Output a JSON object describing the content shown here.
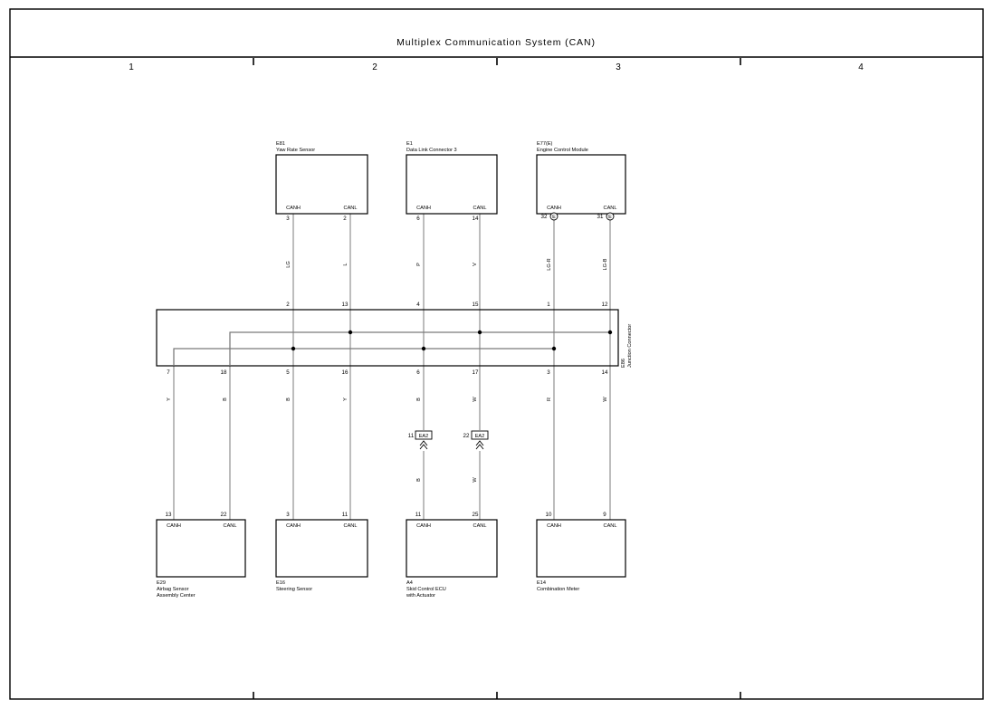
{
  "title": "Multiplex Communication System (CAN)",
  "columns": [
    "1",
    "2",
    "3",
    "4"
  ],
  "junction": {
    "label_line1": "E86",
    "label_line2": "Junction Connector"
  },
  "top_components": [
    {
      "id": "E81",
      "name": "Yaw Rate Sensor",
      "pin_h_name": "CANH",
      "pin_l_name": "CANL",
      "pin_h": "3",
      "pin_l": "2",
      "wire_h": "LG",
      "wire_l": "L",
      "jc_h": "2",
      "jc_l": "13",
      "terminal": ""
    },
    {
      "id": "E1",
      "name": "Data Link Connector 3",
      "pin_h_name": "CANH",
      "pin_l_name": "CANL",
      "pin_h": "6",
      "pin_l": "14",
      "wire_h": "P",
      "wire_l": "V",
      "jc_h": "4",
      "jc_l": "15",
      "terminal": ""
    },
    {
      "id": "E77(E)",
      "name": "Engine Control Module",
      "pin_h_name": "CANH",
      "pin_l_name": "CANL",
      "pin_h": "32",
      "pin_l": "31",
      "wire_h": "LG-R",
      "wire_l": "LG-B",
      "jc_h": "1",
      "jc_l": "12",
      "terminal": "E"
    }
  ],
  "bottom_components": [
    {
      "id": "E29",
      "name": "Airbag Sensor",
      "name_line2": "Assembly Center",
      "pin_h_name": "CANH",
      "pin_l_name": "CANL",
      "pin_h": "13",
      "pin_l": "22",
      "wire_h": "Y",
      "wire_l": "B",
      "jc_h": "7",
      "jc_l": "18"
    },
    {
      "id": "E16",
      "name": "Steering Sensor",
      "name_line2": "",
      "pin_h_name": "CANH",
      "pin_l_name": "CANL",
      "pin_h": "3",
      "pin_l": "11",
      "wire_h": "B",
      "wire_l": "Y",
      "jc_h": "5",
      "jc_l": "16"
    },
    {
      "id": "A4",
      "name": "Skid Control ECU",
      "name_line2": "with Actuator",
      "pin_h_name": "CANH",
      "pin_l_name": "CANL",
      "pin_h": "11",
      "pin_l": "25",
      "wire_h": "B",
      "wire_l": "W",
      "jc_h": "6",
      "jc_l": "17",
      "wire_h_lower": "B",
      "wire_l_lower": "W"
    },
    {
      "id": "E14",
      "name": "Combination Meter",
      "name_line2": "",
      "pin_h_name": "CANH",
      "pin_l_name": "CANL",
      "pin_h": "10",
      "pin_l": "9",
      "wire_h": "R",
      "wire_l": "W",
      "jc_h": "3",
      "jc_l": "14"
    }
  ],
  "inline_connectors": [
    {
      "name": "EA2",
      "pin": "11"
    },
    {
      "name": "EA2",
      "pin": "22"
    }
  ]
}
